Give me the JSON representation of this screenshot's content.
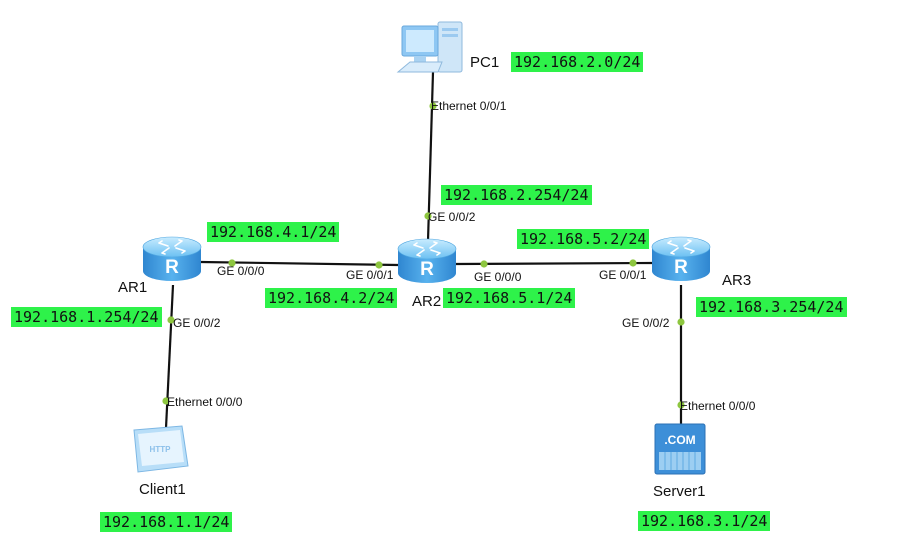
{
  "colors": {
    "ip_highlight": "#2ef24a",
    "link": "#111111",
    "port_dot": "#8dc63f",
    "router": "#3d9be0"
  },
  "devices": {
    "pc1": {
      "label": "PC1",
      "icon": "pc-icon"
    },
    "ar1": {
      "label": "AR1",
      "icon": "router-icon"
    },
    "ar2": {
      "label": "AR2",
      "icon": "router-icon"
    },
    "ar3": {
      "label": "AR3",
      "icon": "router-icon"
    },
    "client1": {
      "label": "Client1",
      "icon": "http-client-icon",
      "badge": "HTTP"
    },
    "server1": {
      "label": "Server1",
      "icon": "server-icon",
      "badge": ".COM"
    }
  },
  "ports": {
    "pc1_eth": "Ethernet 0/0/1",
    "ar2_g2": "GE 0/0/2",
    "ar1_g0": "GE 0/0/0",
    "ar2_g1": "GE 0/0/1",
    "ar2_g0": "GE 0/0/0",
    "ar3_g1": "GE 0/0/1",
    "ar1_g2": "GE 0/0/2",
    "ar3_g2": "GE 0/0/2",
    "client1_eth": "Ethernet 0/0/0",
    "server1_eth": "Ethernet 0/0/0"
  },
  "ips": {
    "pc1_net": "192.168.2.0/24",
    "ar2_g2": "192.168.2.254/24",
    "ar1_g0": "192.168.4.1/24",
    "ar2_g1": "192.168.4.2/24",
    "ar2_g0": "192.168.5.1/24",
    "ar3_g1": "192.168.5.2/24",
    "ar1_g2": "192.168.1.254/24",
    "ar3_g2": "192.168.3.254/24",
    "client1": "192.168.1.1/24",
    "server1": "192.168.3.1/24"
  }
}
